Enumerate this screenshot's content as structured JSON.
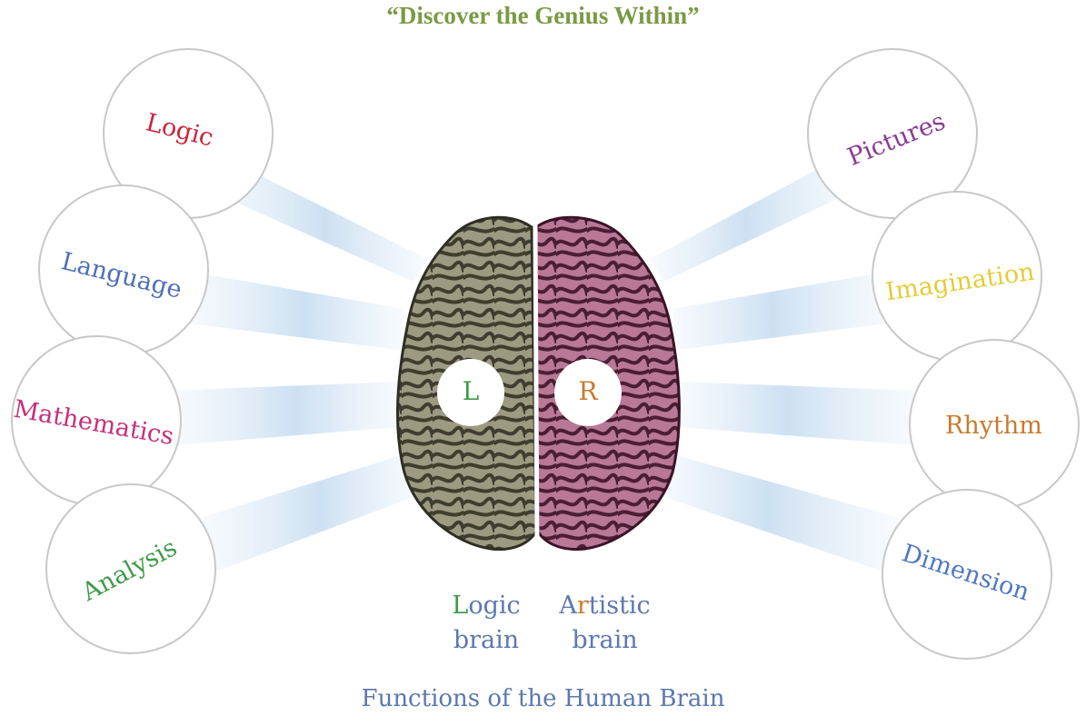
{
  "headline": "“Discover the Genius Within”",
  "caption": "Functions of the Human Brain",
  "colors": {
    "headline": "#7a9a45",
    "caption": "#5b78b0",
    "circle_stroke": "#c8c8c8",
    "ray": "#bcd6ee",
    "left_hemisphere": "#8a8a70",
    "right_hemisphere": "#9c5a78"
  },
  "left_functions": [
    {
      "label": "Logic",
      "color": "#c8263c"
    },
    {
      "label": "Language",
      "color": "#4f6fb5"
    },
    {
      "label": "Mathematics",
      "color": "#c6307a"
    },
    {
      "label": "Analysis",
      "color": "#3f9a4a"
    }
  ],
  "right_functions": [
    {
      "label": "Pictures",
      "color": "#8a3a94"
    },
    {
      "label": "Imagination",
      "color": "#e3cc3a"
    },
    {
      "label": "Rhythm",
      "color": "#c97a2e"
    },
    {
      "label": "Dimension",
      "color": "#4f78c2"
    }
  ],
  "hemispheres": {
    "left_letter": "L",
    "left_letter_color": "#3f9a4a",
    "right_letter": "R",
    "right_letter_color": "#c97a2e"
  },
  "brain_labels": {
    "left_initial": "L",
    "left_rest": "ogic",
    "left_second": "brain",
    "right_initial": "A",
    "right_middle": "r",
    "right_rest": "tistic",
    "right_second": "brain",
    "initial_color_left": "#3f9a4a",
    "initial_color_right": "#c97a2e",
    "text_color": "#5b78b0"
  }
}
